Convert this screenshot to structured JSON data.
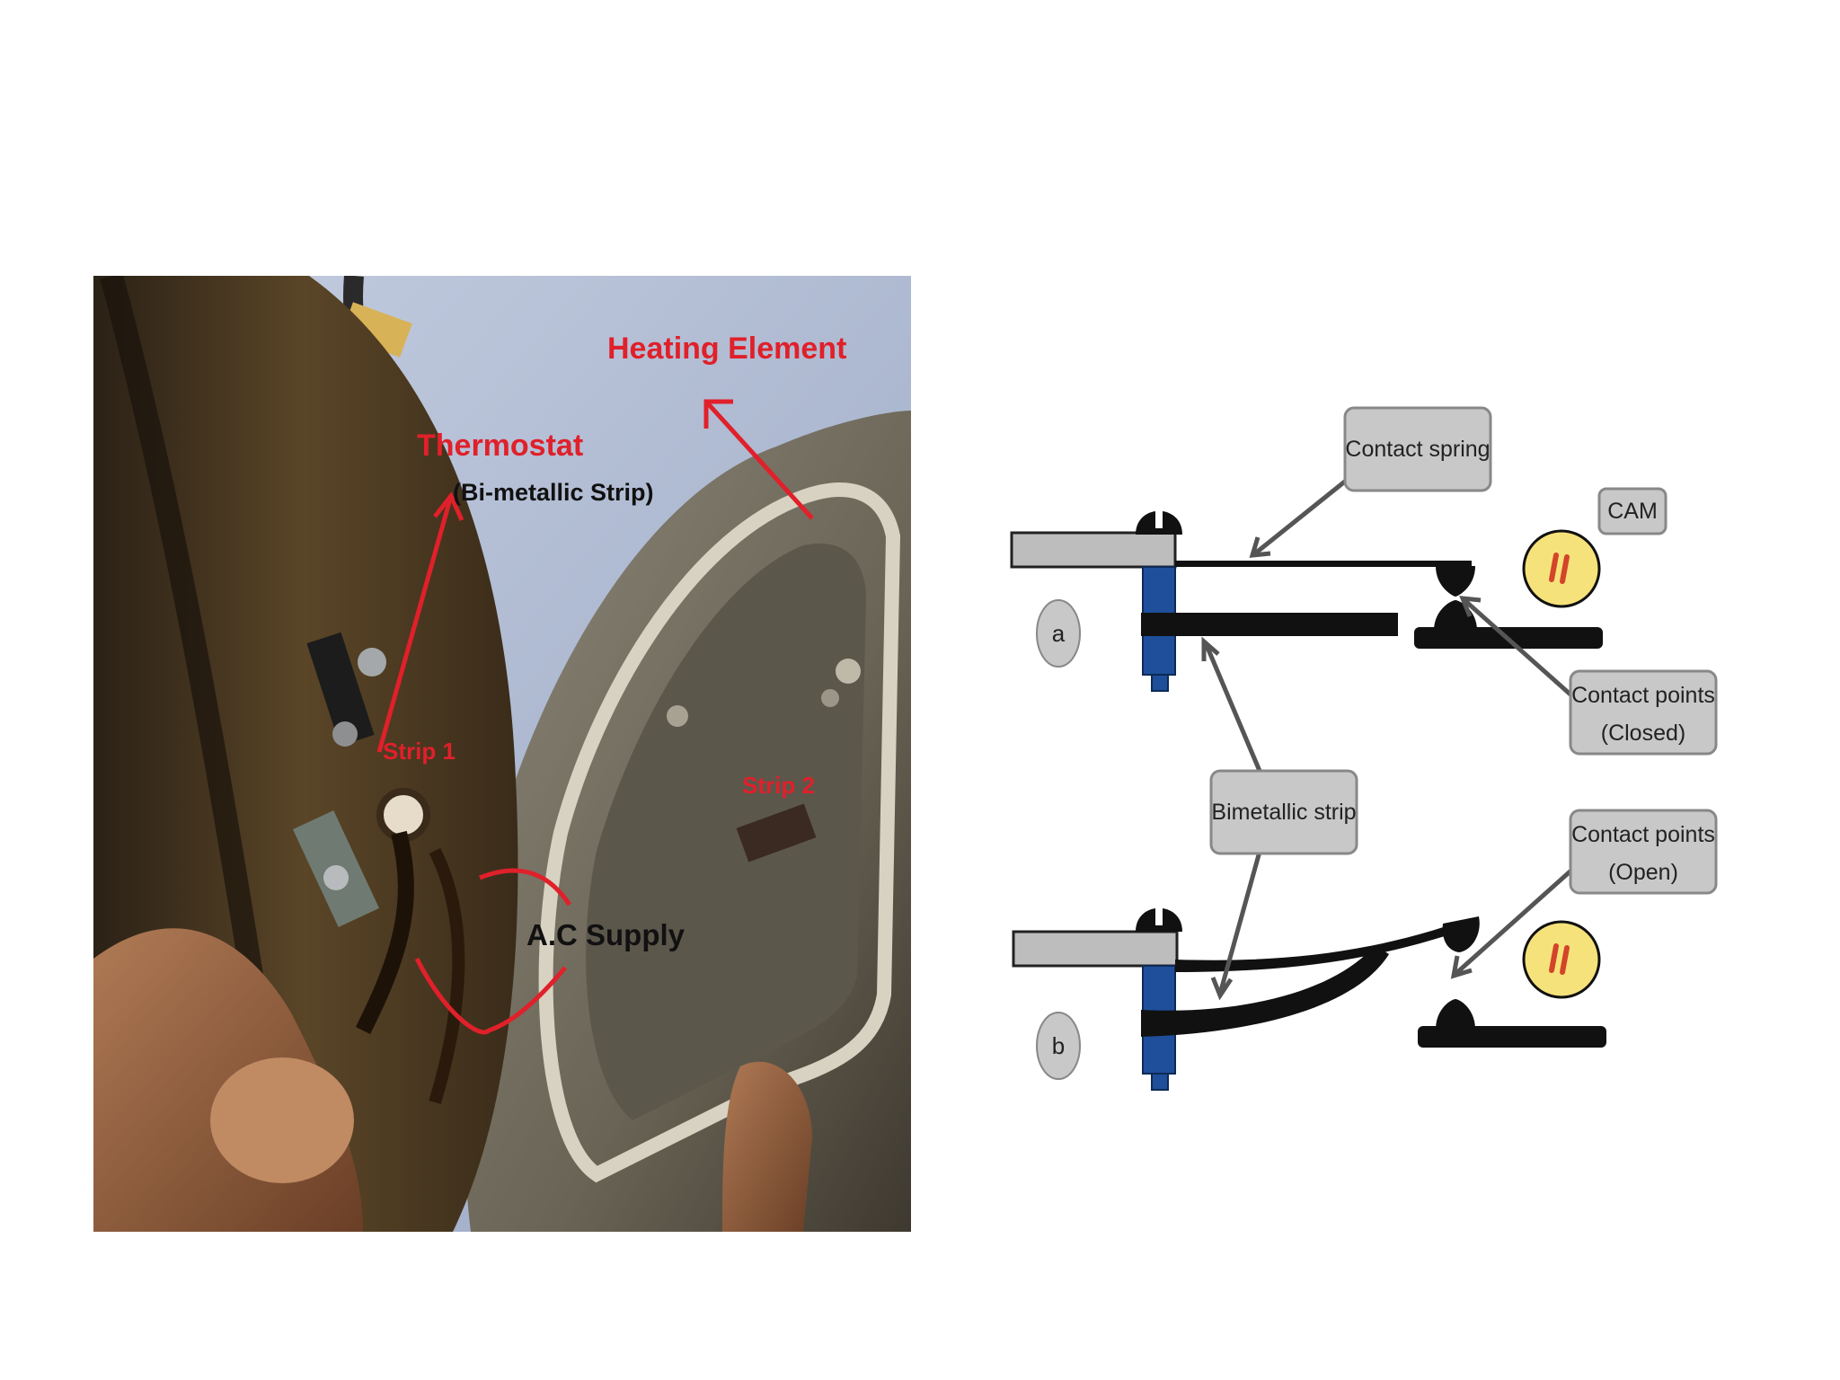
{
  "photo": {
    "labels": {
      "heating_element": "Heating Element",
      "thermostat": "Thermostat",
      "bi_metallic_strip": "(Bi-metallic Strip)",
      "strip_1": "Strip 1",
      "strip_2": "Strip 2",
      "ac_supply": "A.C Supply"
    },
    "colors": {
      "annotation_red": "#e0202a",
      "annotation_black": "#111111",
      "backdrop_blue": "#aab7d3",
      "soleplate_brown": "#4a3a22",
      "heating_plate_grey": "#7a7466"
    }
  },
  "diagram": {
    "callouts": {
      "contact_spring": "Contact spring",
      "cam": "CAM",
      "contact_points_closed_line1": "Contact points",
      "contact_points_closed_line2": "(Closed)",
      "bimetallic_strip": "Bimetallic strip",
      "contact_points_open_line1": "Contact points",
      "contact_points_open_line2": "(Open)"
    },
    "states": {
      "a": "a",
      "b": "b"
    },
    "colors": {
      "callout_fill": "#c8c8c8",
      "callout_stroke": "#888888",
      "screw_blue": "#1f4f9a",
      "cam_yellow": "#f6e27a",
      "cam_mark": "#d2452a",
      "metal_black": "#111111",
      "mount_grey": "#bdbdbd"
    }
  }
}
